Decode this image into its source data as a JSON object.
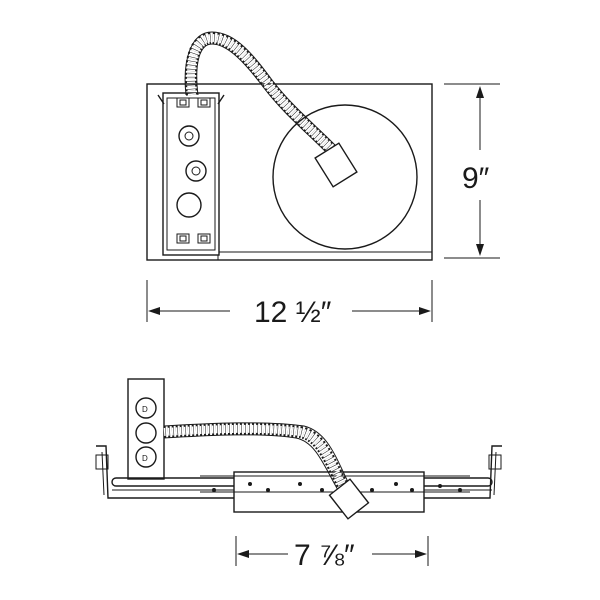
{
  "top_view": {
    "height_label": "9″",
    "width_label": "12 ½″"
  },
  "side_view": {
    "width_label": "7 ⅞″"
  }
}
